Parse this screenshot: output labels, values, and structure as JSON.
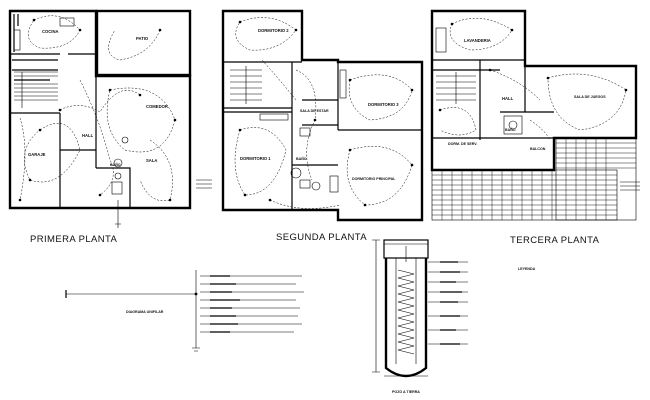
{
  "plans": {
    "first": {
      "title": "PRIMERA PLANTA",
      "rooms": {
        "cocina": "COCINA",
        "patio": "PATIO",
        "comedor": "COMEDOR",
        "hall": "HALL",
        "garaje": "GARAJE",
        "sala": "SALA",
        "bano": "BAÑO"
      }
    },
    "second": {
      "title": "SEGUNDA PLANTA",
      "rooms": {
        "dormitorio2": "DORMITORIO 2",
        "sala_de_estar": "SALA DE ESTAR",
        "dormitorio3": "DORMITORIO 3",
        "dormitorio1": "DORMITORIO 1",
        "dormitorio_principal": "DORMITORIO PRINCIPAL",
        "bano": "BAÑO"
      }
    },
    "third": {
      "title": "TERCERA PLANTA",
      "rooms": {
        "lavanderia": "LAVANDERIA",
        "hall": "HALL",
        "sala_de_juegos": "SALA DE JUEGOS",
        "dorm_servicio": "DORM. DE SERV.",
        "bano": "BAÑO",
        "balcon": "BALCON"
      }
    }
  },
  "details": {
    "diagram_label": "DIAGRAMA UNIFILAR",
    "well_label": "POZO A TIERRA",
    "legend_title": "LEYENDA"
  }
}
